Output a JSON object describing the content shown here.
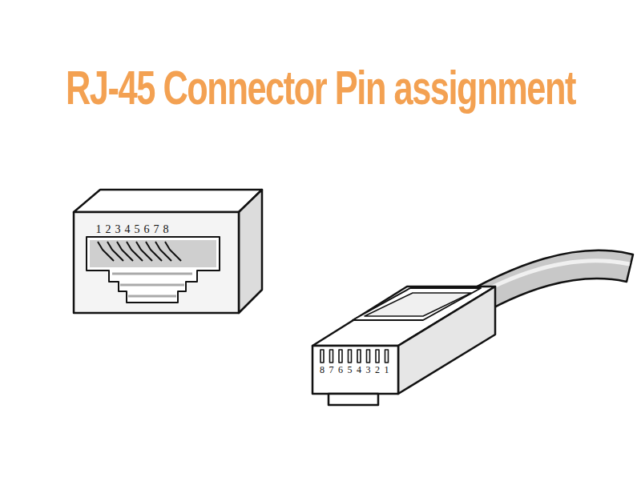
{
  "diagram": {
    "title": "RJ-45 Connector Pin assignment",
    "labels": [
      "1",
      "2",
      "3",
      "4",
      "5",
      "6",
      "7",
      "8",
      "8",
      "7",
      "6",
      "5",
      "4",
      "3",
      "2",
      "1"
    ]
  }
}
